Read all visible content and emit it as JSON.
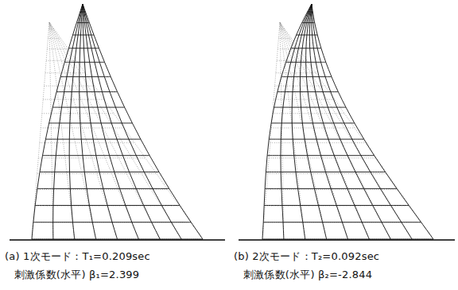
{
  "diagram": {
    "labels": [
      "(a) 1次モード：T₁=0.209sec",
      "刺激係数(水平) β₁=2.399",
      "(b) 2次モード：T₂=0.092sec",
      "刺激係数(水平) β₂=-2.844"
    ]
  }
}
